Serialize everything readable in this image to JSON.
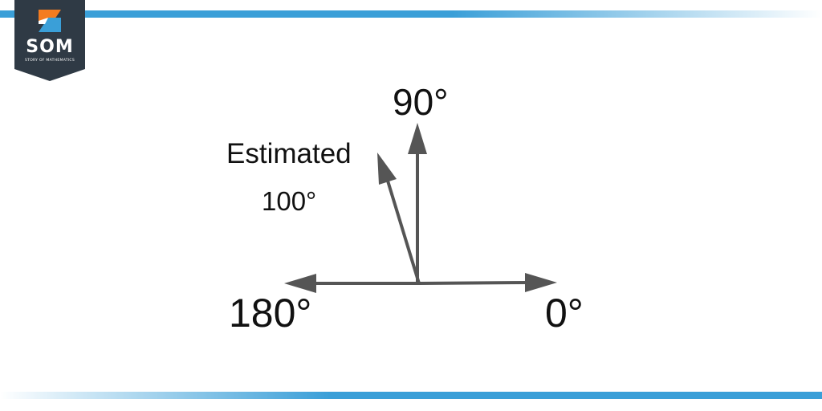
{
  "logo": {
    "text": "SOM",
    "subtitle": "STORY OF MATHEMATICS",
    "badge_color": "#2f3a45",
    "accent_orange": "#f47c20",
    "accent_blue": "#3a9fd8"
  },
  "diagram": {
    "labels": {
      "ninety": "90°",
      "estimated": "Estimated",
      "hundred": "100°",
      "one_eighty": "180°",
      "zero": "0°"
    },
    "arrow_color": "#555555"
  },
  "decor": {
    "stripe_color": "#3a9fd8"
  }
}
